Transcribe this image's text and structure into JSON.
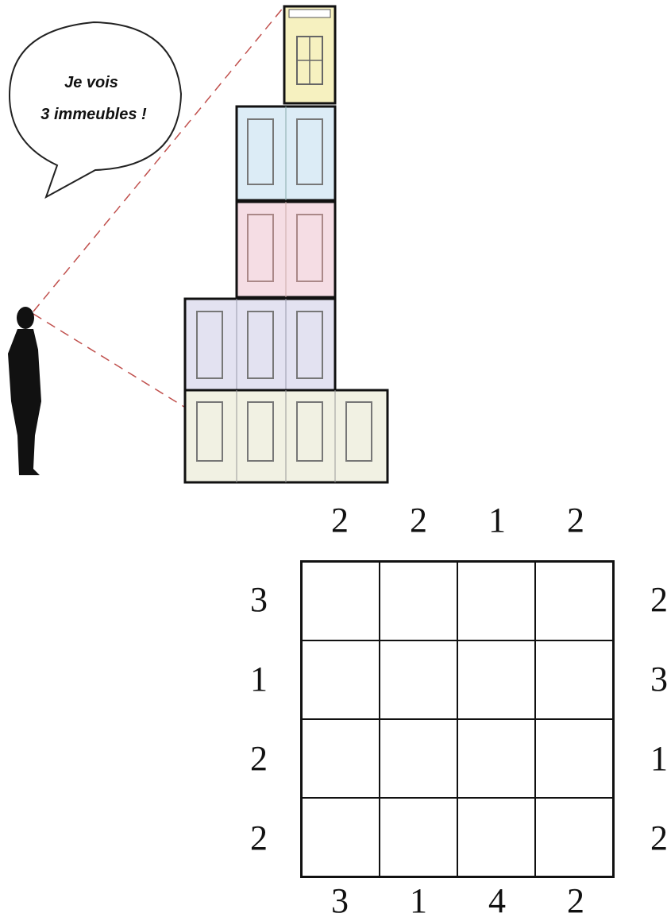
{
  "speech_bubble": {
    "line1": "Je vois",
    "line2": "3 immeubles !"
  },
  "colors": {
    "floor_yellow": "#f6f1c0",
    "floor_blue": "#dcecf6",
    "floor_pink": "#f5dde4",
    "floor_lavender": "#e3e2f1",
    "floor_ivory": "#f1f1e3",
    "sight_line": "#c0504d"
  },
  "puzzle": {
    "size": 4,
    "clues_top": [
      "2",
      "2",
      "1",
      "2"
    ],
    "clues_bottom": [
      "3",
      "1",
      "4",
      "2"
    ],
    "clues_left": [
      "3",
      "1",
      "2",
      "2"
    ],
    "clues_right": [
      "2",
      "3",
      "1",
      "2"
    ]
  }
}
